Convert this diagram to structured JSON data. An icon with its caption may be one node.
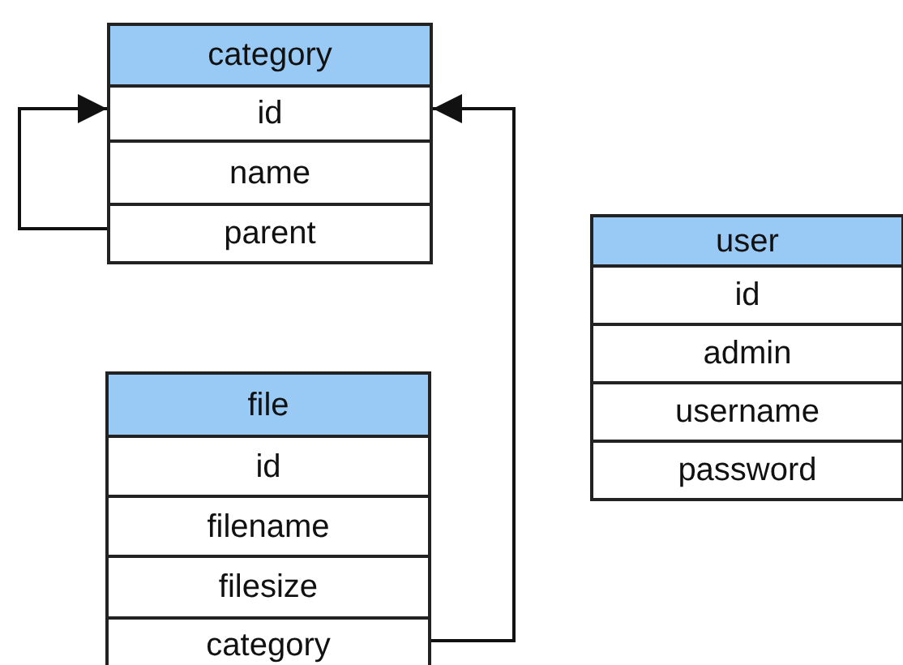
{
  "diagram": {
    "nodes": [
      {
        "text": [
          "category"
        ]
      },
      {
        "text": [
          "id"
        ],
        "in": 0
      },
      {
        "text": [
          "name"
        ],
        "in": 0
      },
      {
        "text": [
          "parent"
        ],
        "in": 0
      },
      {
        "text": [
          "user"
        ]
      },
      {
        "text": [
          "id"
        ],
        "in": 4
      },
      {
        "text": [
          "admin"
        ],
        "in": 4
      },
      {
        "text": [
          "username"
        ],
        "in": 4
      },
      {
        "text": [
          "password"
        ],
        "in": 4
      },
      {
        "text": [
          "file"
        ]
      },
      {
        "text": [
          "id"
        ],
        "in": 9
      },
      {
        "text": [
          "filename"
        ],
        "in": 9
      },
      {
        "text": [
          "filesize"
        ],
        "in": 9
      },
      {
        "text": [
          "category"
        ],
        "in": 9
      }
    ],
    "edges": [
      {
        "from": 3,
        "to": 1,
        "arrow": "to"
      },
      {
        "from": 13,
        "to": 1,
        "arrow": "to"
      }
    ]
  }
}
